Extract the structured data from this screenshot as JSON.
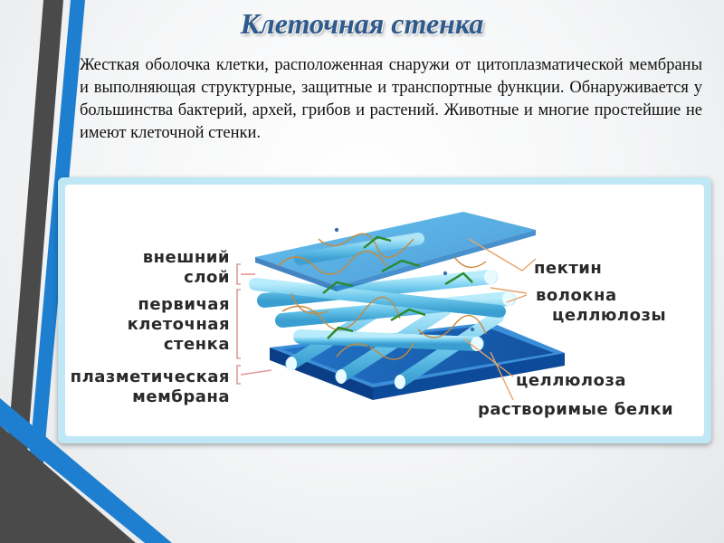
{
  "slide": {
    "title": "Клеточная стенка",
    "description": "Жесткая оболочка клетки, расположенная снаружи от цитоплазматической мембраны и выполняющая структурные, защитные и транспортные функции. Обнаруживается у большинства бактерий, архей, грибов и растений. Животные и многие простейшие не имеют клеточной стенки."
  },
  "diagram": {
    "labels_left": {
      "outer_layer_line1": "внешний",
      "outer_layer_line2": "слой",
      "primary_wall_line1": "первичая",
      "primary_wall_line2": "клеточная",
      "primary_wall_line3": "стенка",
      "plasma_membrane_line1": "плазметическая",
      "plasma_membrane_line2": "мембрана"
    },
    "labels_right": {
      "pectin": "пектин",
      "cellulose_fibers_line1": "волокна",
      "cellulose_fibers_line2": "целлюлозы",
      "cellulose": "целлюлоза",
      "soluble_proteins": "растворимые белки"
    }
  },
  "colors": {
    "title": "#2e5a8c",
    "stripe_dark": "#4a4a4a",
    "stripe_blue": "#1e7fd0",
    "panel_border": "#bfe7f6",
    "layer_top": "#2a9fdf",
    "layer_bottom": "#0d4fa3",
    "fiber": "#6cc7ec",
    "pectin_line": "#c88a3a",
    "protein_line": "#2a8a2a"
  }
}
